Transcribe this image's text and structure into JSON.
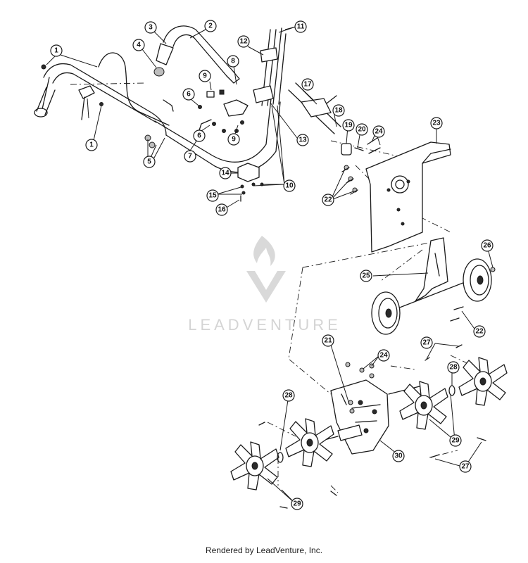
{
  "watermark": {
    "text": "LEADVENTURE"
  },
  "footer": {
    "credit": "Rendered by LeadVenture, Inc."
  },
  "callouts": [
    "1",
    "1",
    "2",
    "3",
    "4",
    "5",
    "6",
    "6",
    "7",
    "8",
    "9",
    "9",
    "10",
    "11",
    "12",
    "13",
    "14",
    "15",
    "16",
    "17",
    "18",
    "19",
    "20",
    "21",
    "22",
    "22",
    "23",
    "24",
    "24",
    "25",
    "26",
    "27",
    "27",
    "28",
    "28",
    "29",
    "29",
    "30"
  ],
  "colors": {
    "line": "#1a1a1a",
    "watermark": "#d4d4d4"
  }
}
